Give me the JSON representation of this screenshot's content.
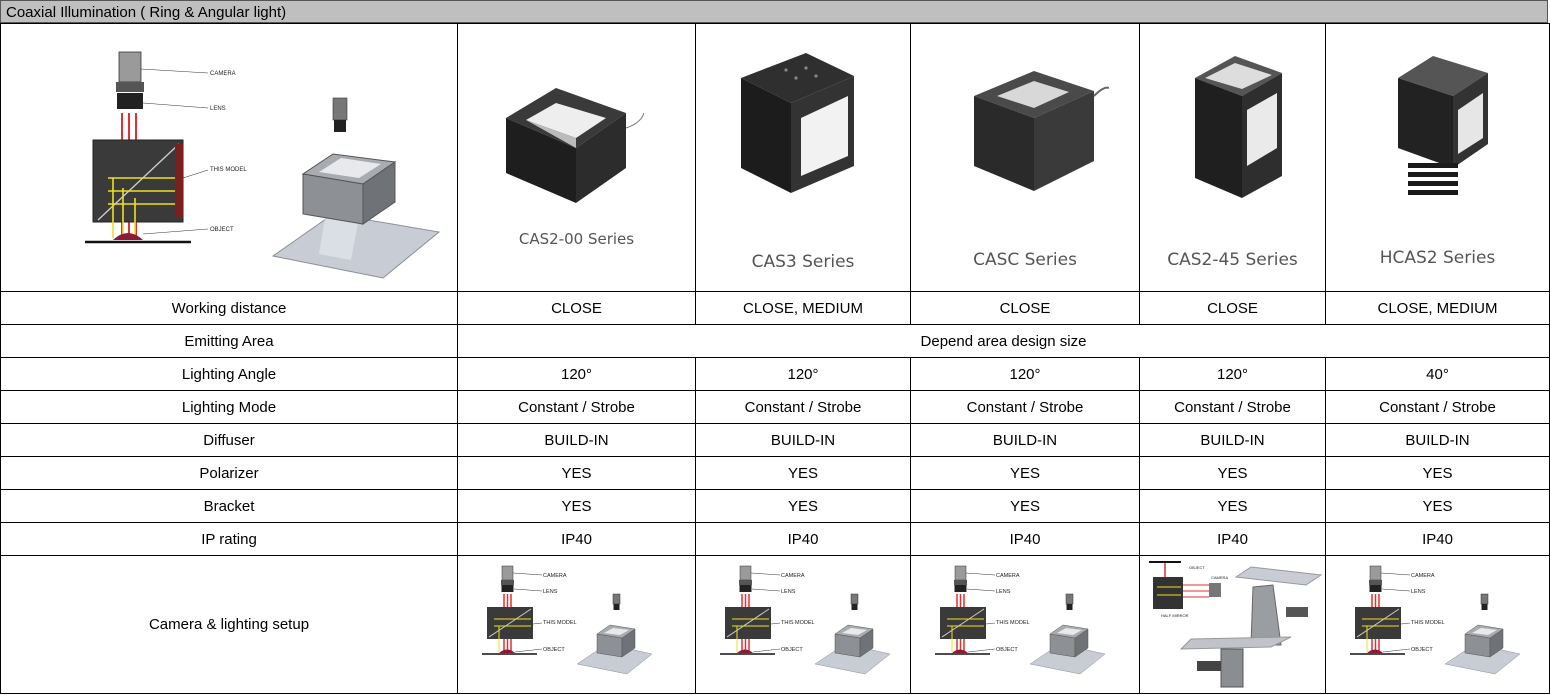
{
  "title": "Coaxial Illumination ( Ring & Angular light)",
  "products": [
    {
      "name": "CAS2-00 Series"
    },
    {
      "name": "CAS3 Series"
    },
    {
      "name": "CASC Series"
    },
    {
      "name": "CAS2-45 Series"
    },
    {
      "name": "HCAS2 Series"
    }
  ],
  "diagram_labels": {
    "camera": "CAMERA",
    "lens": "LENS",
    "this_model": "THIS MODEL",
    "object": "OBJECT",
    "half_mirror": "HALF MIRROR"
  },
  "rows": {
    "working_distance": {
      "label": "Working distance",
      "values": [
        "CLOSE",
        "CLOSE, MEDIUM",
        "CLOSE",
        "CLOSE",
        "CLOSE, MEDIUM"
      ]
    },
    "emitting_area": {
      "label": "Emitting Area",
      "value": "Depend area design size"
    },
    "lighting_angle": {
      "label": "Lighting Angle",
      "values": [
        "120°",
        "120°",
        "120°",
        "120°",
        "40°"
      ]
    },
    "lighting_mode": {
      "label": "Lighting Mode",
      "values": [
        "Constant / Strobe",
        "Constant / Strobe",
        "Constant / Strobe",
        "Constant / Strobe",
        "Constant / Strobe"
      ]
    },
    "diffuser": {
      "label": "Diffuser",
      "values": [
        "BUILD-IN",
        "BUILD-IN",
        "BUILD-IN",
        "BUILD-IN",
        "BUILD-IN"
      ]
    },
    "polarizer": {
      "label": "Polarizer",
      "values": [
        "YES",
        "YES",
        "YES",
        "YES",
        "YES"
      ]
    },
    "bracket": {
      "label": "Bracket",
      "values": [
        "YES",
        "YES",
        "YES",
        "YES",
        "YES"
      ]
    },
    "ip_rating": {
      "label": "IP rating",
      "values": [
        "IP40",
        "IP40",
        "IP40",
        "IP40",
        "IP40"
      ]
    },
    "setup": {
      "label": "Camera & lighting setup"
    }
  },
  "colors": {
    "header_bg": "#bfbfbf",
    "border": "#000000",
    "series_text": "#555555",
    "ray_red": "#e03030",
    "ray_yellow": "#f0e020"
  }
}
